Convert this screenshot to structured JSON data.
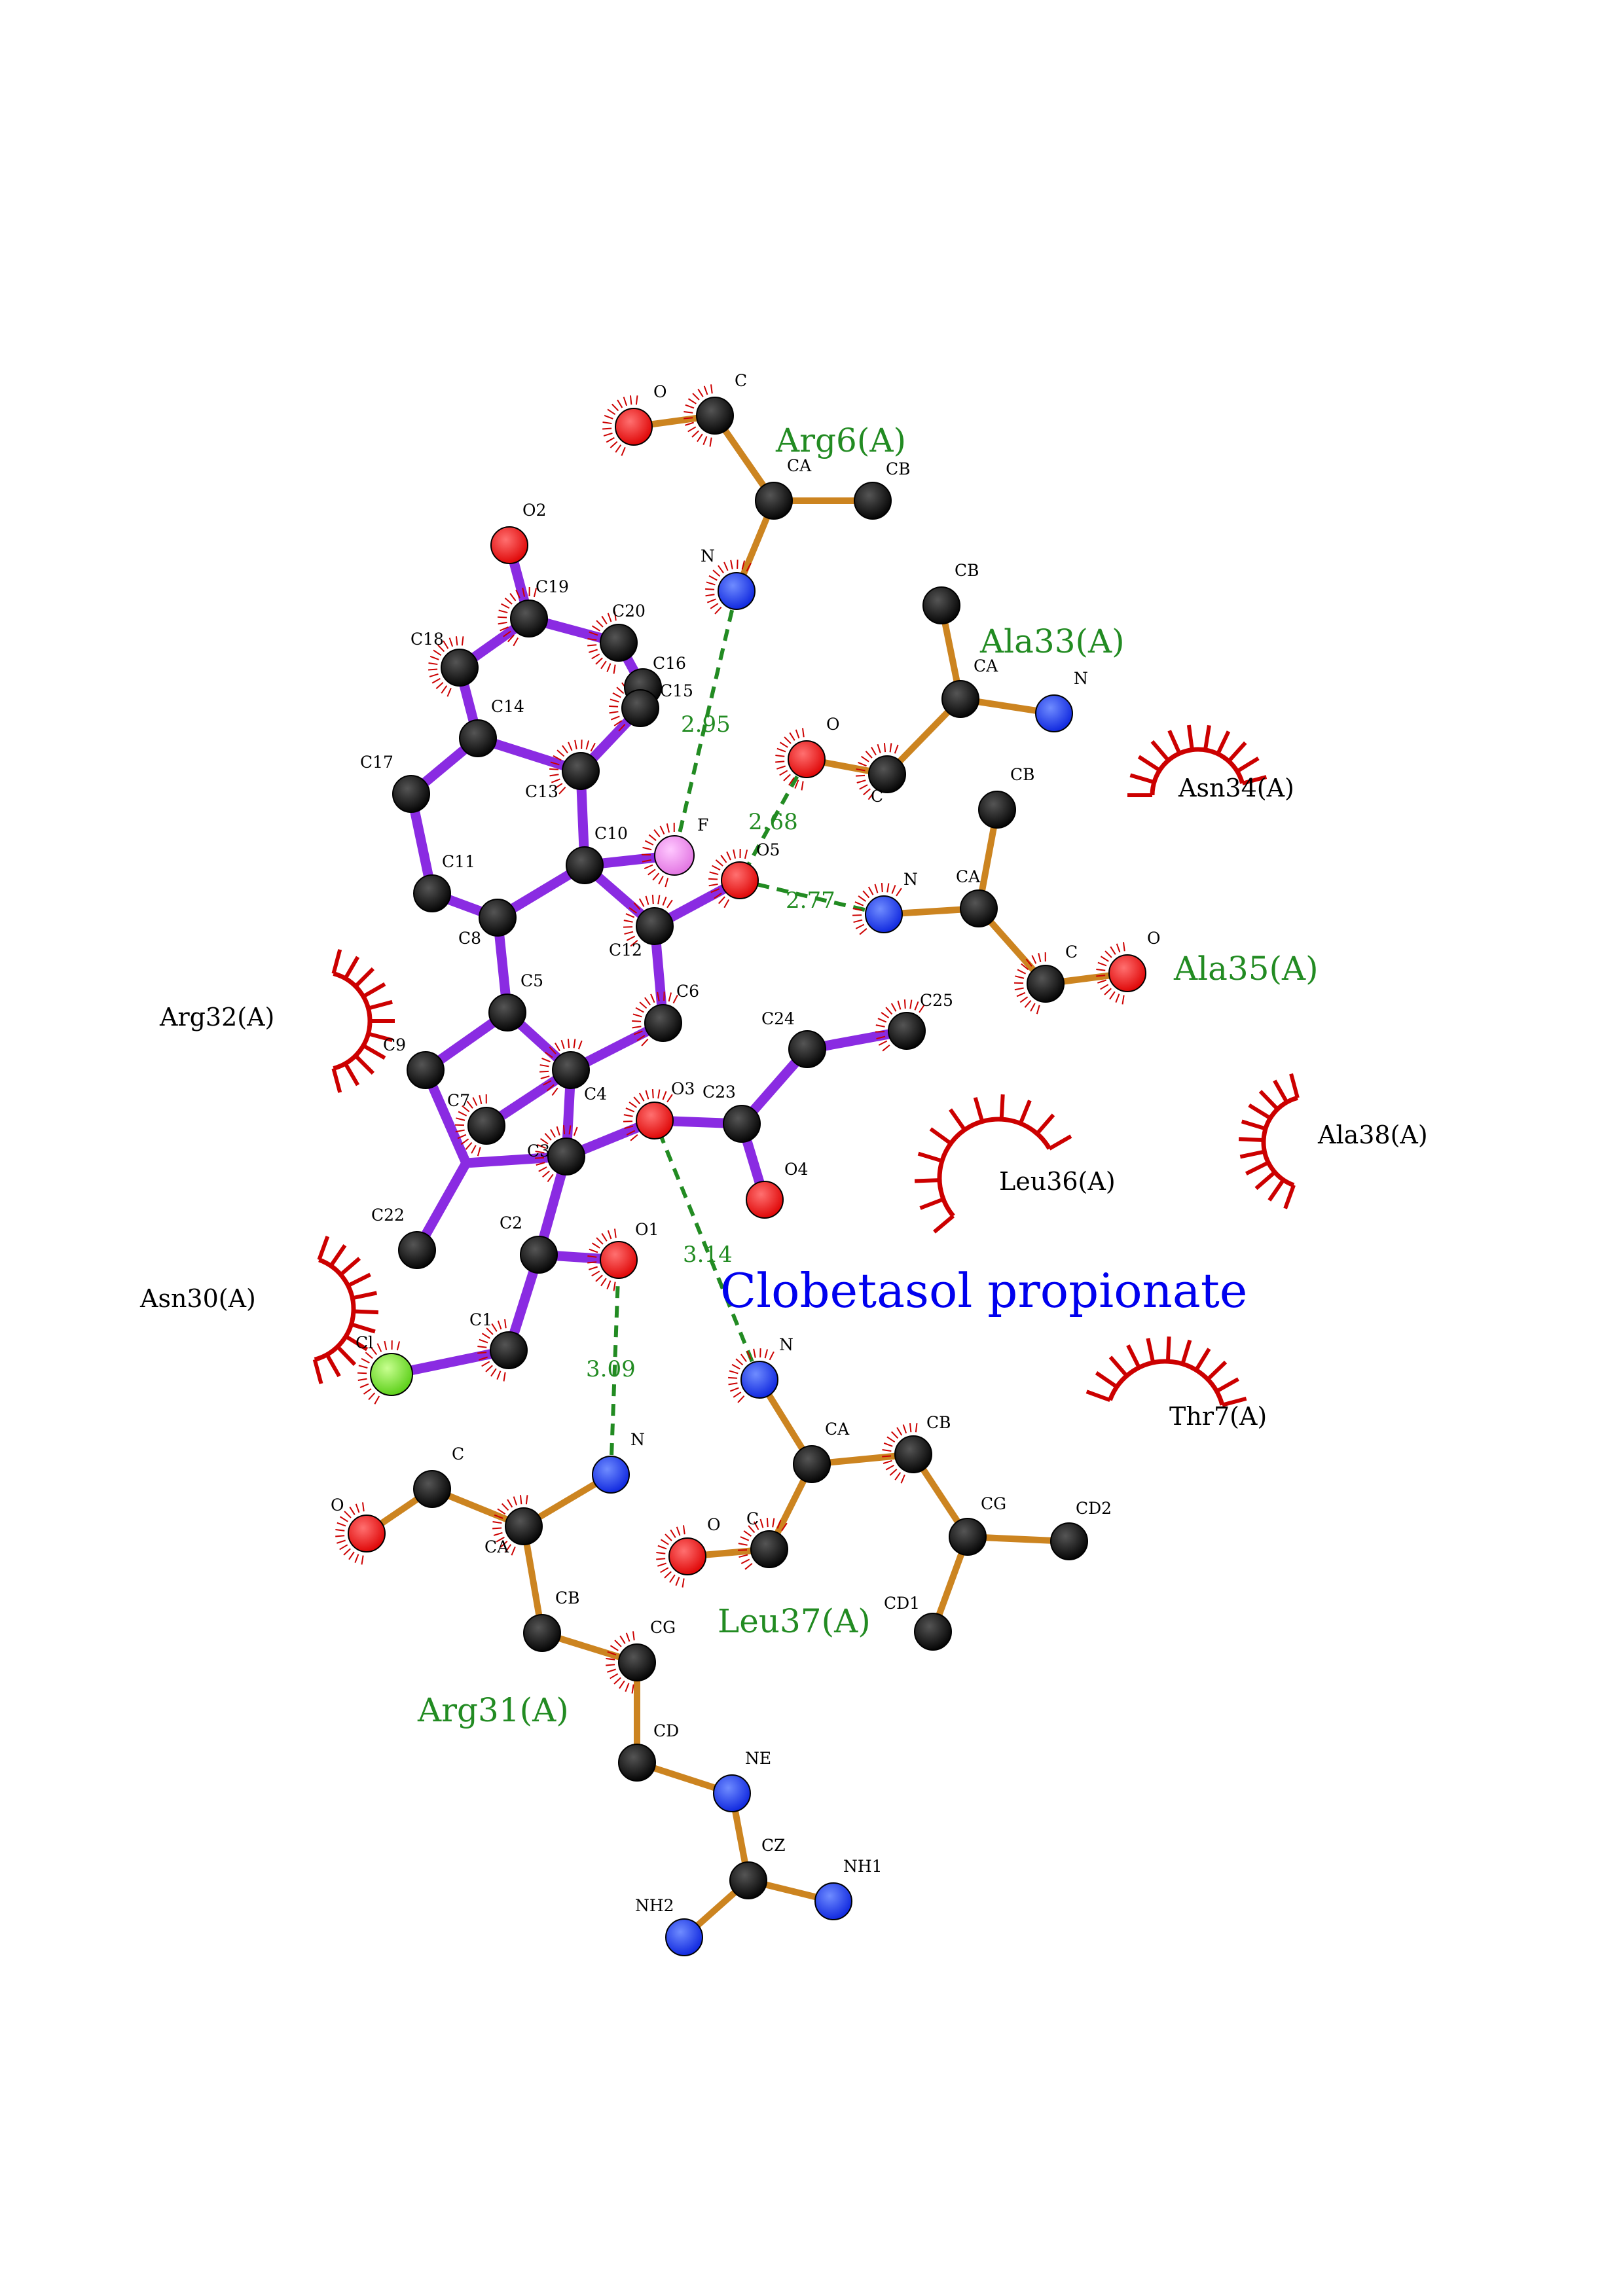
{
  "ligand": {
    "name": "Clobetasol propionate"
  },
  "colors": {
    "ligand_bond": "#8a2be2",
    "residue_bond": "#cc8420",
    "hbond": "#228b22",
    "hydrophobic_arc": "#cc0000",
    "carbon": "#000000",
    "oxygen": "#ee1111",
    "nitrogen": "#1133ee",
    "fluorine": "#f07ef0",
    "chlorine": "#66dd22"
  },
  "hbond_residues": [
    "Arg6(A)",
    "Ala33(A)",
    "Ala35(A)",
    "Arg31(A)",
    "Leu37(A)"
  ],
  "hydrophobic_residues": [
    "Asn34(A)",
    "Arg32(A)",
    "Ala38(A)",
    "Leu36(A)",
    "Asn30(A)",
    "Thr7(A)"
  ],
  "hbond_distances": [
    "2.95",
    "2.68",
    "2.77",
    "3.14",
    "3.09"
  ],
  "atom_labels": {
    "ligand": [
      "O2",
      "C19",
      "C20",
      "C18",
      "C16",
      "C15",
      "C14",
      "C13",
      "C17",
      "C10",
      "F",
      "O5",
      "C11",
      "C12",
      "C8",
      "C5",
      "C6",
      "C9",
      "C24",
      "C25",
      "C4",
      "O3",
      "C23",
      "C7",
      "C3",
      "O4",
      "C22",
      "C2",
      "O1",
      "C1",
      "Cl"
    ],
    "arg6": [
      "O",
      "C",
      "CA",
      "CB",
      "N"
    ],
    "ala33": [
      "CB",
      "CA",
      "N",
      "O",
      "C"
    ],
    "ala35": [
      "CB",
      "N",
      "CA",
      "C",
      "O"
    ],
    "arg31": [
      "O",
      "C",
      "N",
      "CA",
      "CB",
      "CG",
      "CD",
      "NE",
      "CZ",
      "NH1",
      "NH2"
    ],
    "leu37": [
      "N",
      "CA",
      "CB",
      "O",
      "C",
      "CG",
      "CD2",
      "CD1"
    ]
  }
}
